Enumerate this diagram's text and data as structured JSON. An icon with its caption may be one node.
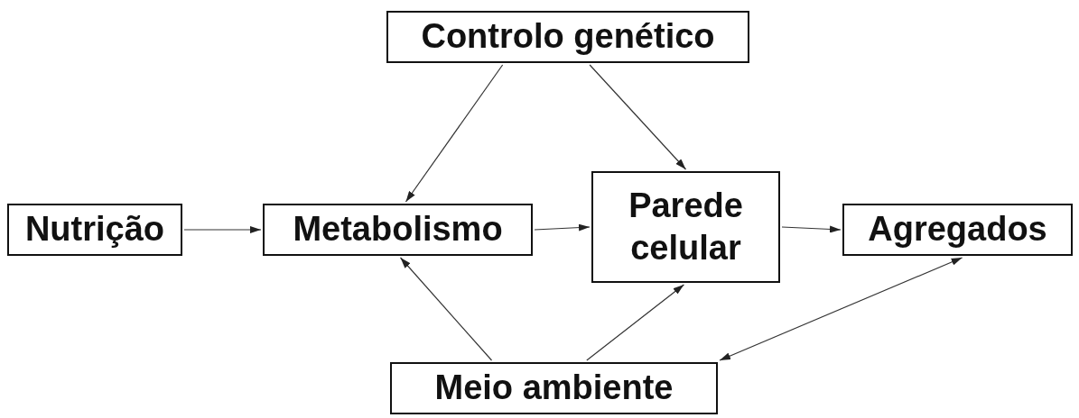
{
  "diagram": {
    "nodes": [
      {
        "text": [
          "Controlo genético"
        ]
      },
      {
        "text": [
          "Nutrição"
        ]
      },
      {
        "text": [
          "Metabolismo"
        ]
      },
      {
        "text": [
          "Parede celular"
        ]
      },
      {
        "text": [
          "Agregados"
        ]
      },
      {
        "text": [
          "Meio ambiente"
        ]
      }
    ],
    "edges": [
      {
        "from": 0,
        "to": 2,
        "arrow": "to"
      },
      {
        "from": 0,
        "to": 3,
        "arrow": "to"
      },
      {
        "from": 1,
        "to": 2,
        "arrow": "to"
      },
      {
        "from": 2,
        "to": 3,
        "arrow": "to"
      },
      {
        "from": 3,
        "to": 4,
        "arrow": "to"
      },
      {
        "from": 5,
        "to": 2,
        "arrow": "to"
      },
      {
        "from": 5,
        "to": 3,
        "arrow": "to"
      },
      {
        "from": 5,
        "to": 4,
        "arrow": "both"
      }
    ]
  }
}
